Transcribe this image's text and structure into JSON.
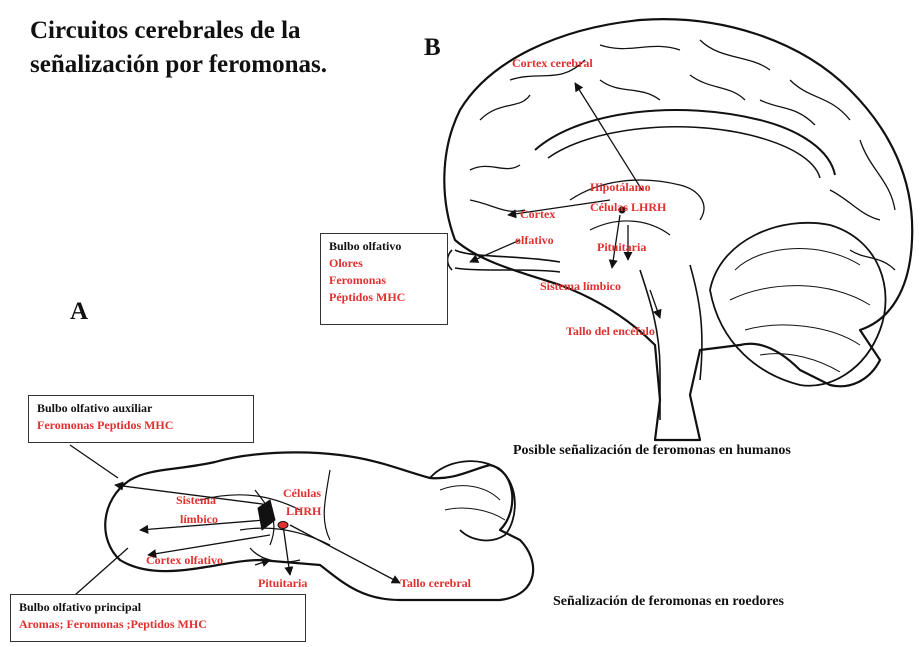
{
  "title_lines": [
    "Circuitos cerebrales de la",
    "señalización por feromonas."
  ],
  "panel_b": {
    "letter": "B",
    "caption": "Posible señalización de feromonas en humanos",
    "labels": {
      "cortex_cerebral": "Cortex cerebral",
      "hipotalamo": "Hipotálamo",
      "celulas_lhrh": "Células LHRH",
      "cortex_olfativo_1": "Cortex",
      "cortex_olfativo_2": "olfativo",
      "pituitaria": "Pituitaria",
      "sistema_limbico": "Sistema límbico",
      "tallo_encefalo": "Tallo del encéfalo"
    },
    "box": {
      "head": "Bulbo olfativo",
      "items": [
        "Olores",
        "Feromonas",
        "Péptidos MHC"
      ]
    }
  },
  "panel_a": {
    "letter": "A",
    "caption": "Señalización de feromonas en roedores",
    "labels": {
      "sistema_limbico_1": "Sistema",
      "sistema_limbico_2": "límbico",
      "celulas_1": "Células",
      "celulas_2": "LHRH",
      "cortex_olfativo": "Cortex olfativo",
      "pituitaria": "Pituitaria",
      "tallo_cerebral": "Tallo cerebral"
    },
    "box_aux": {
      "head": "Bulbo olfativo  auxiliar",
      "red": "Feromonas Peptidos MHC"
    },
    "box_main": {
      "head": "Bulbo olfativo  principal",
      "red": "Aromas; Feromonas ;Peptidos MHC"
    }
  },
  "colors": {
    "label_red": "#e03030",
    "line": "#111111"
  }
}
